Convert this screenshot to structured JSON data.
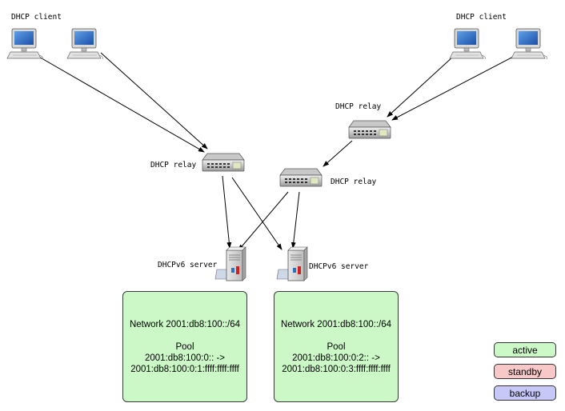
{
  "labels": {
    "client_left": "DHCP client",
    "client_right": "DHCP client",
    "relay_left": "DHCP relay",
    "relay_right_top": "DHCP relay",
    "relay_right_bottom": "DHCP relay",
    "server_left": "DHCPv6 server",
    "server_right": "DHCPv6 server"
  },
  "pools": [
    {
      "network": "Network 2001:db8:100::/64",
      "pool_label": "Pool",
      "range_start": "2001:db8:100:0:: ->",
      "range_end": "2001:db8:100:0:1:ffff:ffff:ffff"
    },
    {
      "network": "Network 2001:db8:100::/64",
      "pool_label": "Pool",
      "range_start": "2001:db8:100:0:2:: ->",
      "range_end": "2001:db8:100:0:3:ffff:ffff:ffff"
    }
  ],
  "legend": [
    {
      "label": "active",
      "color": "#ccf8c8"
    },
    {
      "label": "standby",
      "color": "#f8c8c8"
    },
    {
      "label": "backup",
      "color": "#c8c8f8"
    }
  ]
}
